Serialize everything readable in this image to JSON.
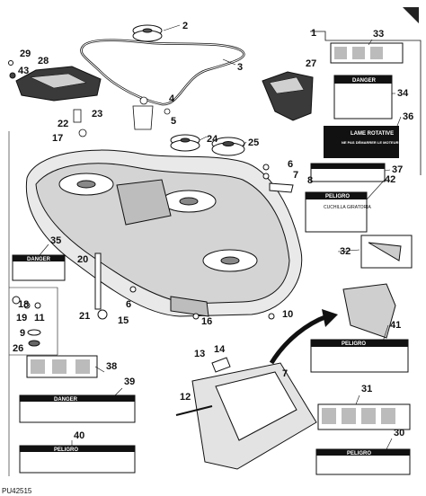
{
  "diagram_id": "PU42515",
  "labels": {
    "danger": "DANGER",
    "peligro": "PELIGRO",
    "fr_head": "LAME ROTATIVE",
    "fr_sub": "NE PAS DÉMARRER LE MOTEUR",
    "es_head": "CUCHILLA GIRATORIA"
  },
  "parts": [
    "1",
    "2",
    "3",
    "4",
    "5",
    "6",
    "7",
    "8",
    "9",
    "10",
    "11",
    "12",
    "13",
    "14",
    "15",
    "16",
    "17",
    "18",
    "19",
    "20",
    "21",
    "22",
    "23",
    "24",
    "25",
    "26",
    "27",
    "28",
    "29",
    "30",
    "31",
    "32",
    "33",
    "34",
    "35",
    "36",
    "37",
    "38",
    "39",
    "40",
    "41",
    "42",
    "43"
  ]
}
